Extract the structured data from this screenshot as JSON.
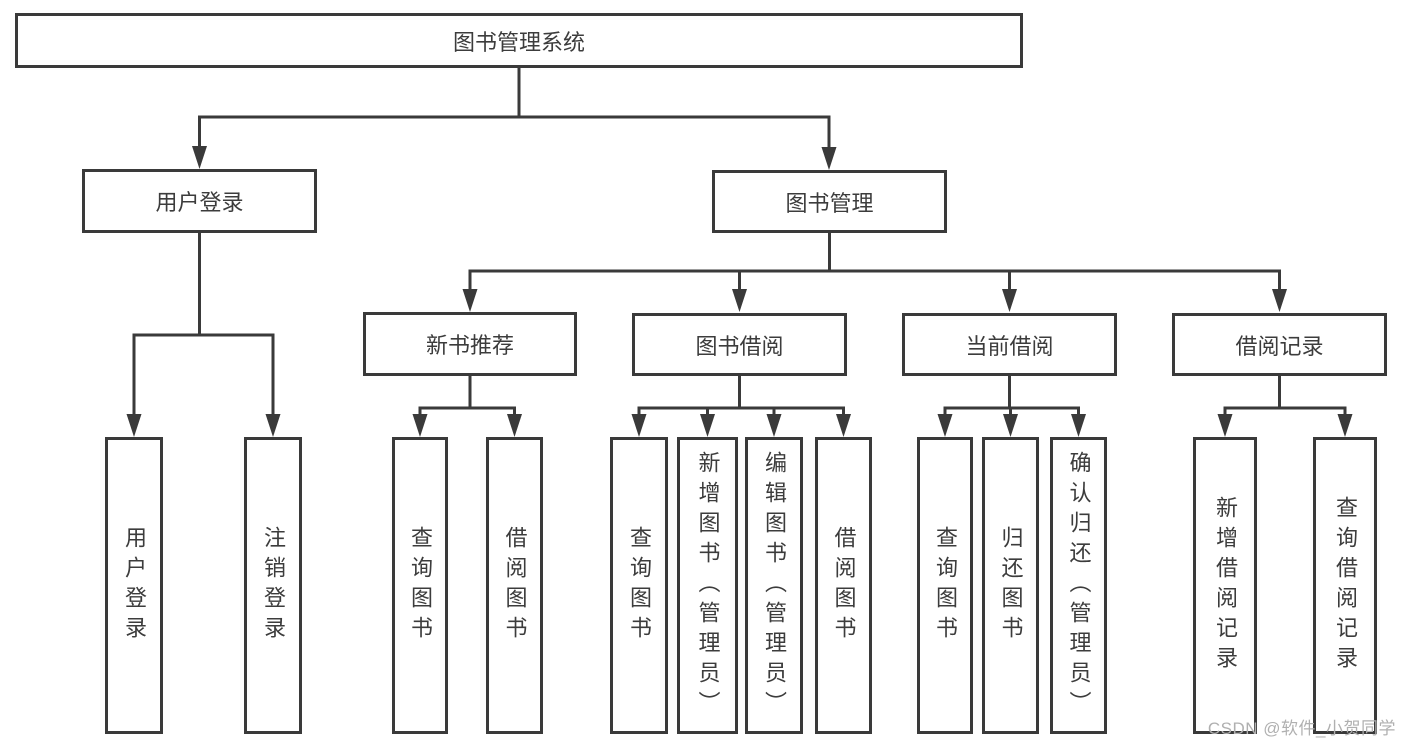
{
  "diagram": {
    "title": "图书管理系统",
    "watermark": "CSDN @软件_小贺同学",
    "colors": {
      "line": "#3a3a3a",
      "box_border": "#3a3a3a",
      "text": "#3c3c3c",
      "watermark": "#b0b0b0",
      "background": "#ffffff"
    },
    "nodes": {
      "root": "图书管理系统",
      "user_login": "用户登录",
      "book_mgmt": "图书管理",
      "new_book_recommend": "新书推荐",
      "book_borrow": "图书借阅",
      "current_borrow": "当前借阅",
      "borrow_records": "借阅记录",
      "ul_user_login": "用户登录",
      "ul_logout": "注销登录",
      "nbr_query_books": "查询图书",
      "nbr_borrow_books": "借阅图书",
      "bb_query_books": "查询图书",
      "bb_add_books": "新增图书（管理员）",
      "bb_edit_books": "编辑图书（管理员）",
      "bb_borrow_books": "借阅图书",
      "cb_query_books": "查询图书",
      "cb_return_books": "归还图书",
      "cb_confirm_return": "确认归还（管理员）",
      "br_add_record": "新增借阅记录",
      "br_query_record": "查询借阅记录"
    }
  }
}
